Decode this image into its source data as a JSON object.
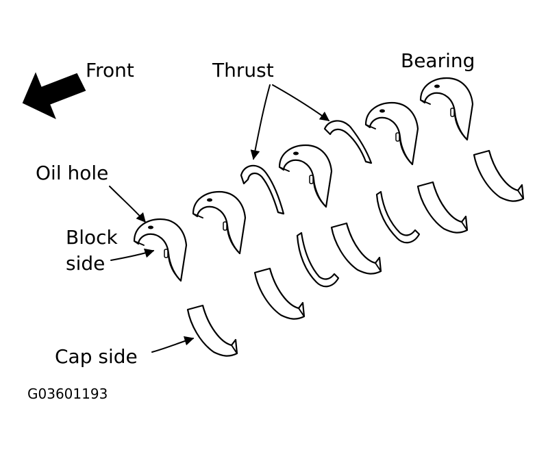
{
  "labels": {
    "front": "Front",
    "thrust": "Thrust",
    "bearing": "Bearing",
    "oil_hole": "Oil hole",
    "block_side_line1": "Block",
    "block_side_line2": "side",
    "cap_side": "Cap side",
    "figure_code": "G03601193"
  },
  "colors": {
    "ink": "#000000",
    "background": "#ffffff"
  },
  "icons": [
    "front-arrow-icon"
  ]
}
